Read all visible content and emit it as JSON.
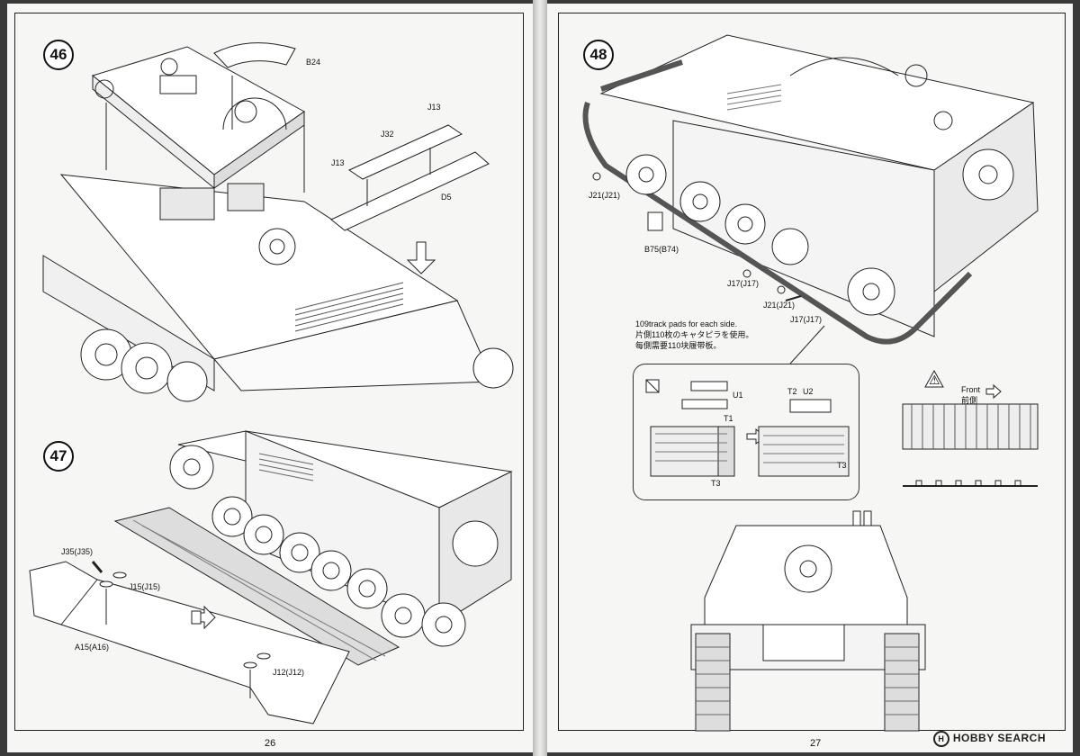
{
  "pages": {
    "left": {
      "page_number": "26",
      "steps": [
        {
          "number": "46",
          "parts": [
            "B24",
            "J32",
            "J13",
            "J13",
            "D5"
          ]
        },
        {
          "number": "47",
          "parts": [
            "J35(J35)",
            "J15(J15)",
            "A15(A16)",
            "J12(J12)"
          ]
        }
      ]
    },
    "right": {
      "page_number": "27",
      "steps": [
        {
          "number": "48",
          "parts": [
            "J21(J21)",
            "B75(B74)",
            "J17(J17)",
            "J21(J21)",
            "J17(J17)"
          ]
        }
      ],
      "track_note": {
        "line1": "109track pads for each side.",
        "line2": "片側110枚のキャタピラを使用。",
        "line3": "每側需要110块履带板。"
      },
      "track_parts": [
        "U1",
        "T1",
        "T3",
        "T3",
        "T2",
        "U2"
      ],
      "front_label": "Front",
      "front_label_cn": "前側"
    }
  },
  "watermark": "HOBBY SEARCH",
  "colors": {
    "paper": "#f6f6f4",
    "ink": "#111111",
    "background": "#3a3a3a"
  }
}
